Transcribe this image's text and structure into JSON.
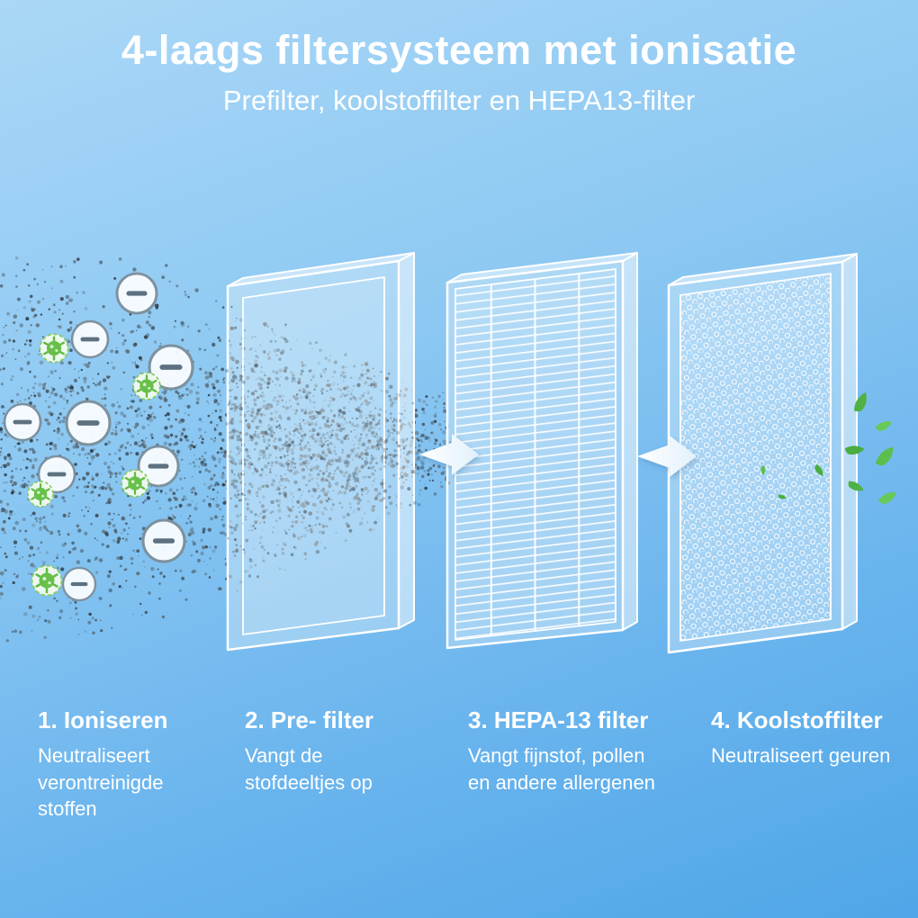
{
  "header": {
    "title": "4-laags filtersysteem met ionisatie",
    "subtitle": "Prefilter, koolstoffilter en HEPA13-filter"
  },
  "steps": [
    {
      "title": "1. Ioniseren",
      "description": "Neutraliseert verontreinigde stoffen"
    },
    {
      "title": "2. Pre- filter",
      "description": "Vangt de stofdeeltjes op"
    },
    {
      "title": "3. HEPA-13 filter",
      "description": "Vangt fijnstof, pollen en andere allergenen"
    },
    {
      "title": "4. Koolstoffilter",
      "description": "Neutraliseert geuren"
    }
  ],
  "illustration": {
    "filters": [
      "pre-filter-panel",
      "hepa-filter-panel",
      "carbon-filter-panel"
    ],
    "icons": {
      "ion": "ion-minus-icon",
      "germ": "germ-icon",
      "arrow": "arrow-right-icon",
      "leaf": "leaf-icon",
      "dust": "dust-particles"
    }
  },
  "colors": {
    "background_top": "#aad7f7",
    "background_bottom": "#4fa6e8",
    "text": "#ffffff",
    "filter_outline": "#ffffff",
    "germ_green": "#67c04a",
    "leaf_green": "#4fb244",
    "dust": "#47545f"
  }
}
